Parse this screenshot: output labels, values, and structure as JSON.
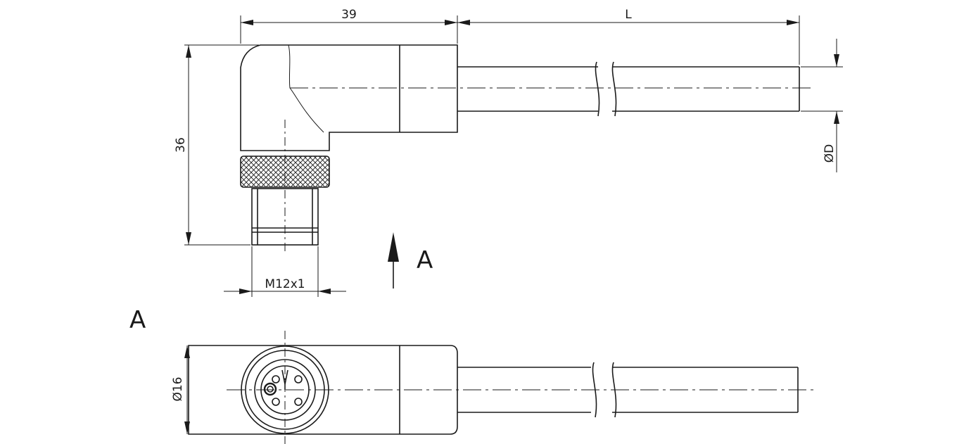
{
  "dimensions": {
    "width_39": "39",
    "length": "L",
    "diameter_d": "ØD",
    "height_36": "36",
    "thread": "M12x1",
    "diameter_16": "Ø16"
  },
  "view": {
    "arrow_label": "A",
    "section_label": "A"
  }
}
